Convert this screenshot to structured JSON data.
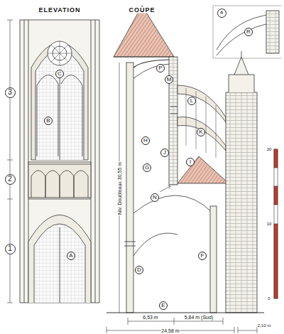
{
  "diagram": {
    "nodes": [
      {
        "text": [
          "3"
        ]
      },
      {
        "text": [
          "2"
        ]
      },
      {
        "text": [
          "1"
        ]
      },
      {
        "text": [
          "C"
        ]
      },
      {
        "text": [
          "B"
        ]
      },
      {
        "text": [
          "A"
        ]
      },
      {
        "text": [
          "P"
        ]
      },
      {
        "text": [
          "M"
        ]
      },
      {
        "text": [
          "L"
        ]
      },
      {
        "text": [
          "K"
        ]
      },
      {
        "text": [
          "H"
        ]
      },
      {
        "text": [
          "I"
        ]
      },
      {
        "text": [
          "G"
        ]
      },
      {
        "text": [
          "J"
        ]
      },
      {
        "text": [
          "N"
        ]
      },
      {
        "text": [
          "D"
        ]
      },
      {
        "text": [
          "E"
        ]
      },
      {
        "text": [
          "F"
        ]
      },
      {
        "text": [
          "4"
        ]
      },
      {
        "text": [
          "R"
        ]
      }
    ],
    "labels": [
      "ELEVATION",
      "COUPE",
      "Niv. Doubleaux 30,55 m",
      "6,53 m",
      "5,84 m (Sud)",
      "24,58 m",
      "2,10 m",
      "20",
      "10",
      "0"
    ]
  }
}
